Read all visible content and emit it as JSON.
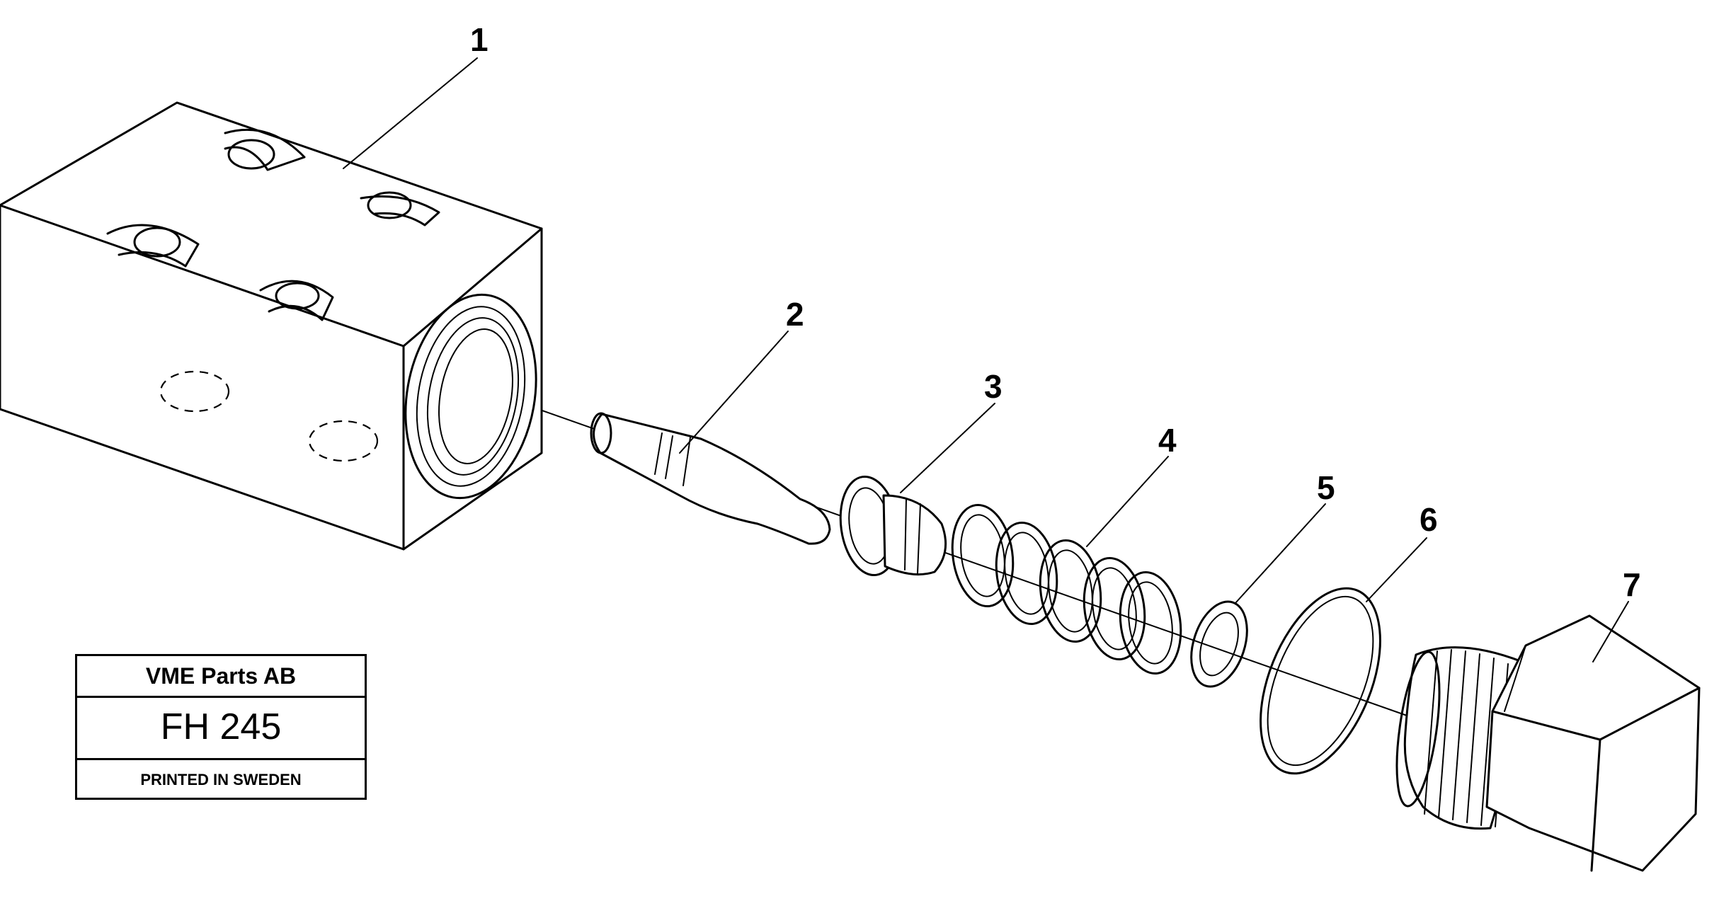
{
  "callouts": [
    "1",
    "2",
    "3",
    "4",
    "5",
    "6",
    "7"
  ],
  "title_block": {
    "company": "VME Parts AB",
    "code": "FH 245",
    "printed": "PRINTED IN SWEDEN"
  }
}
